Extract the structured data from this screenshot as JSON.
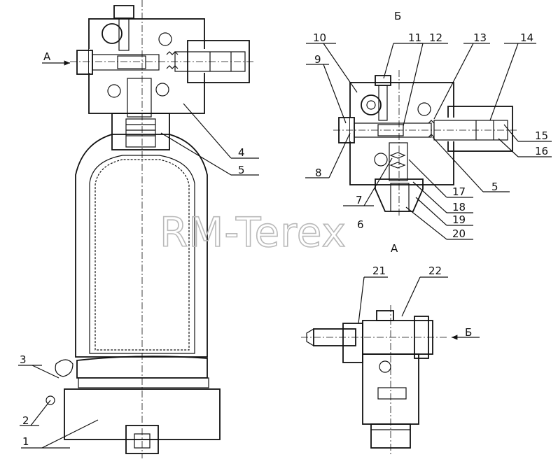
{
  "watermark": "RM-Terex",
  "view_labels": {
    "a_arrow": "А",
    "a_section": "А",
    "b_section": "Б",
    "b_arrow": "Б"
  },
  "callouts": [
    "1",
    "2",
    "3",
    "4",
    "5",
    "5",
    "6",
    "7",
    "8",
    "9",
    "10",
    "11",
    "12",
    "13",
    "14",
    "15",
    "16",
    "17",
    "18",
    "19",
    "20",
    "21",
    "22"
  ]
}
